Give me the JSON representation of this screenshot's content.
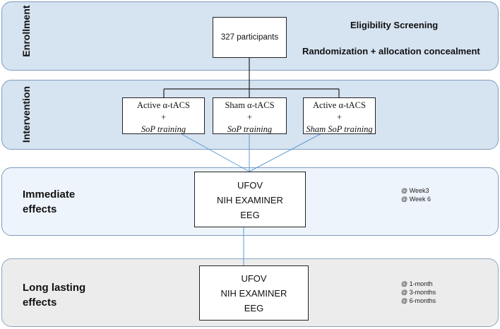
{
  "enrollment": {
    "label": "Enrollment",
    "participants": "327 participants",
    "screening": "Eligibility Screening",
    "randomization": "Randomization + allocation concealment"
  },
  "intervention": {
    "label": "Intervention",
    "arms": [
      {
        "line1": "Active α-tACS",
        "plus": "+",
        "line3": "SoP training"
      },
      {
        "line1": "Sham α-tACS",
        "plus": "+",
        "line3": "SoP training"
      },
      {
        "line1": "Active α-tACS",
        "plus": "+",
        "line3": "Sham SoP training"
      }
    ]
  },
  "immediate": {
    "label_line1": "Immediate",
    "label_line2": "effects",
    "measures": [
      "UFOV",
      "NIH EXAMINER",
      "EEG"
    ],
    "timepoints": [
      "@ Week3",
      "@ Week 6"
    ]
  },
  "long_lasting": {
    "label_line1": "Long lasting",
    "label_line2": "effects",
    "measures": [
      "UFOV",
      "NIH EXAMINER",
      "EEG"
    ],
    "timepoints": [
      "@ 1-month",
      "@ 3-months",
      "@ 6-months"
    ]
  },
  "colors": {
    "panel_blue": "#d6e3f1",
    "panel_light": "#eef4fb",
    "panel_gray": "#ececec",
    "connector_blue": "#5b9bd5"
  }
}
